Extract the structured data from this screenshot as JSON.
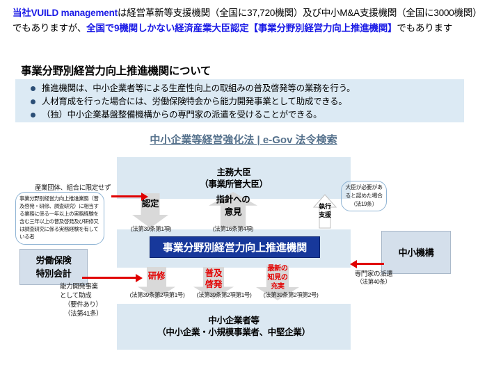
{
  "intro": {
    "line1_a": "当社VUILD management",
    "line1_b": "は経営革新等支援機関（全国に37,720機関）及び中小M&A支援機関（全国に3000機関）でもありますが、",
    "line1_c": "全国で9機関しかない経済産業大臣認定【事業分野別経営力向上推進機関】",
    "line1_d": "でもあります"
  },
  "section": {
    "heading": "事業分野別経営力向上推進機関について",
    "bullets": [
      "推進機関は、中小企業者等による生産性向上の取組みの普及啓発等の業務を行う。",
      "人材育成を行った場合には、労働保険特会から能力開発事業として助成できる。",
      "（独）中小企業基盤整備機構からの専門家の派遣を受けることができる。"
    ]
  },
  "law_link": "中小企業等経営強化法 | e-Gov 法令検索",
  "diagram": {
    "minister": {
      "line1": "主務大臣",
      "line2": "（事業所管大臣）"
    },
    "organization": "事業分野別経営力向上推進機関",
    "sme": {
      "line1": "中小企業者等",
      "line2": "（中小企業・小規模事業者、中堅企業）"
    },
    "mechanism_box": "中小機構",
    "insurance_box_line1": "労働保険",
    "insurance_box_line2": "特別会計",
    "flows": {
      "nintei_label": "認定",
      "nintei_cite": "(法第39条第1項)",
      "shishin_label1": "指針への",
      "shishin_label2": "意見",
      "shishin_cite": "(法第16条第4項)",
      "shikkou_label1": "執行",
      "shikkou_label2": "支援",
      "kenshu_label": "研修",
      "kenshu_cite": "(法第39条第2項第1号)",
      "fukyu_label1": "普及",
      "fukyu_label2": "啓発",
      "fukyu_cite": "(法第39条第2項第1号)",
      "chiken_label1": "最新の",
      "chiken_label2": "知見の",
      "chiken_label3": "充実",
      "chiken_cite": "(法第39条第2項第2号)"
    },
    "annotations": {
      "sangyo_dantai": "産業団体、組合に限定せず",
      "requirement": "事業分野別経営力向上推進業務（普及啓発・研修、調査研究）に相当する業務に係る一年以上の実務経験を含む三年以上の普及啓発及び研修又は調査研究に係る実務経験を有している者",
      "minister_need": "大臣が必要があると認めた場合（法19条）",
      "dispatch_line1": "専門家の派遣",
      "dispatch_line2": "（法第40条）",
      "subsidy_line1": "能力開発事業",
      "subsidy_line2": "として助成",
      "subsidy_line3": "（要件あり）",
      "subsidy_line4": "（法第41条）"
    }
  },
  "colors": {
    "accent_blue": "#1a1ae6",
    "band_blue": "#dbe8f2",
    "core_blue": "#17389b",
    "red": "#e00000",
    "link": "#55718c"
  }
}
